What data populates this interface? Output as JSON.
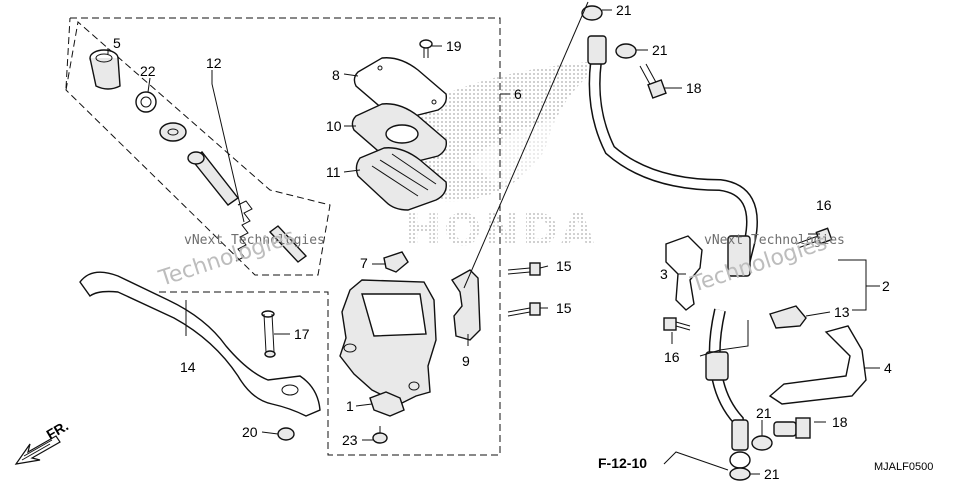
{
  "diagram": {
    "code": "MJALF0500",
    "ref": "F-12-10",
    "front": "FR.",
    "watermarks": [
      "vNext Technologies",
      "vNext Technologies",
      "Technologies",
      "Technologies"
    ],
    "brand": "HONDA",
    "callouts": {
      "c1": "1",
      "c2": "2",
      "c3": "3",
      "c4": "4",
      "c5": "5",
      "c6": "6",
      "c7": "7",
      "c8": "8",
      "c9": "9",
      "c10": "10",
      "c11": "11",
      "c12": "12",
      "c13": "13",
      "c14": "14",
      "c15a": "15",
      "c15b": "15",
      "c16a": "16",
      "c16b": "16",
      "c17": "17",
      "c18a": "18",
      "c18b": "18",
      "c19": "19",
      "c20": "20",
      "c21a": "21",
      "c21b": "21",
      "c21c": "21",
      "c21d": "21",
      "c22": "22",
      "c23": "23"
    }
  }
}
